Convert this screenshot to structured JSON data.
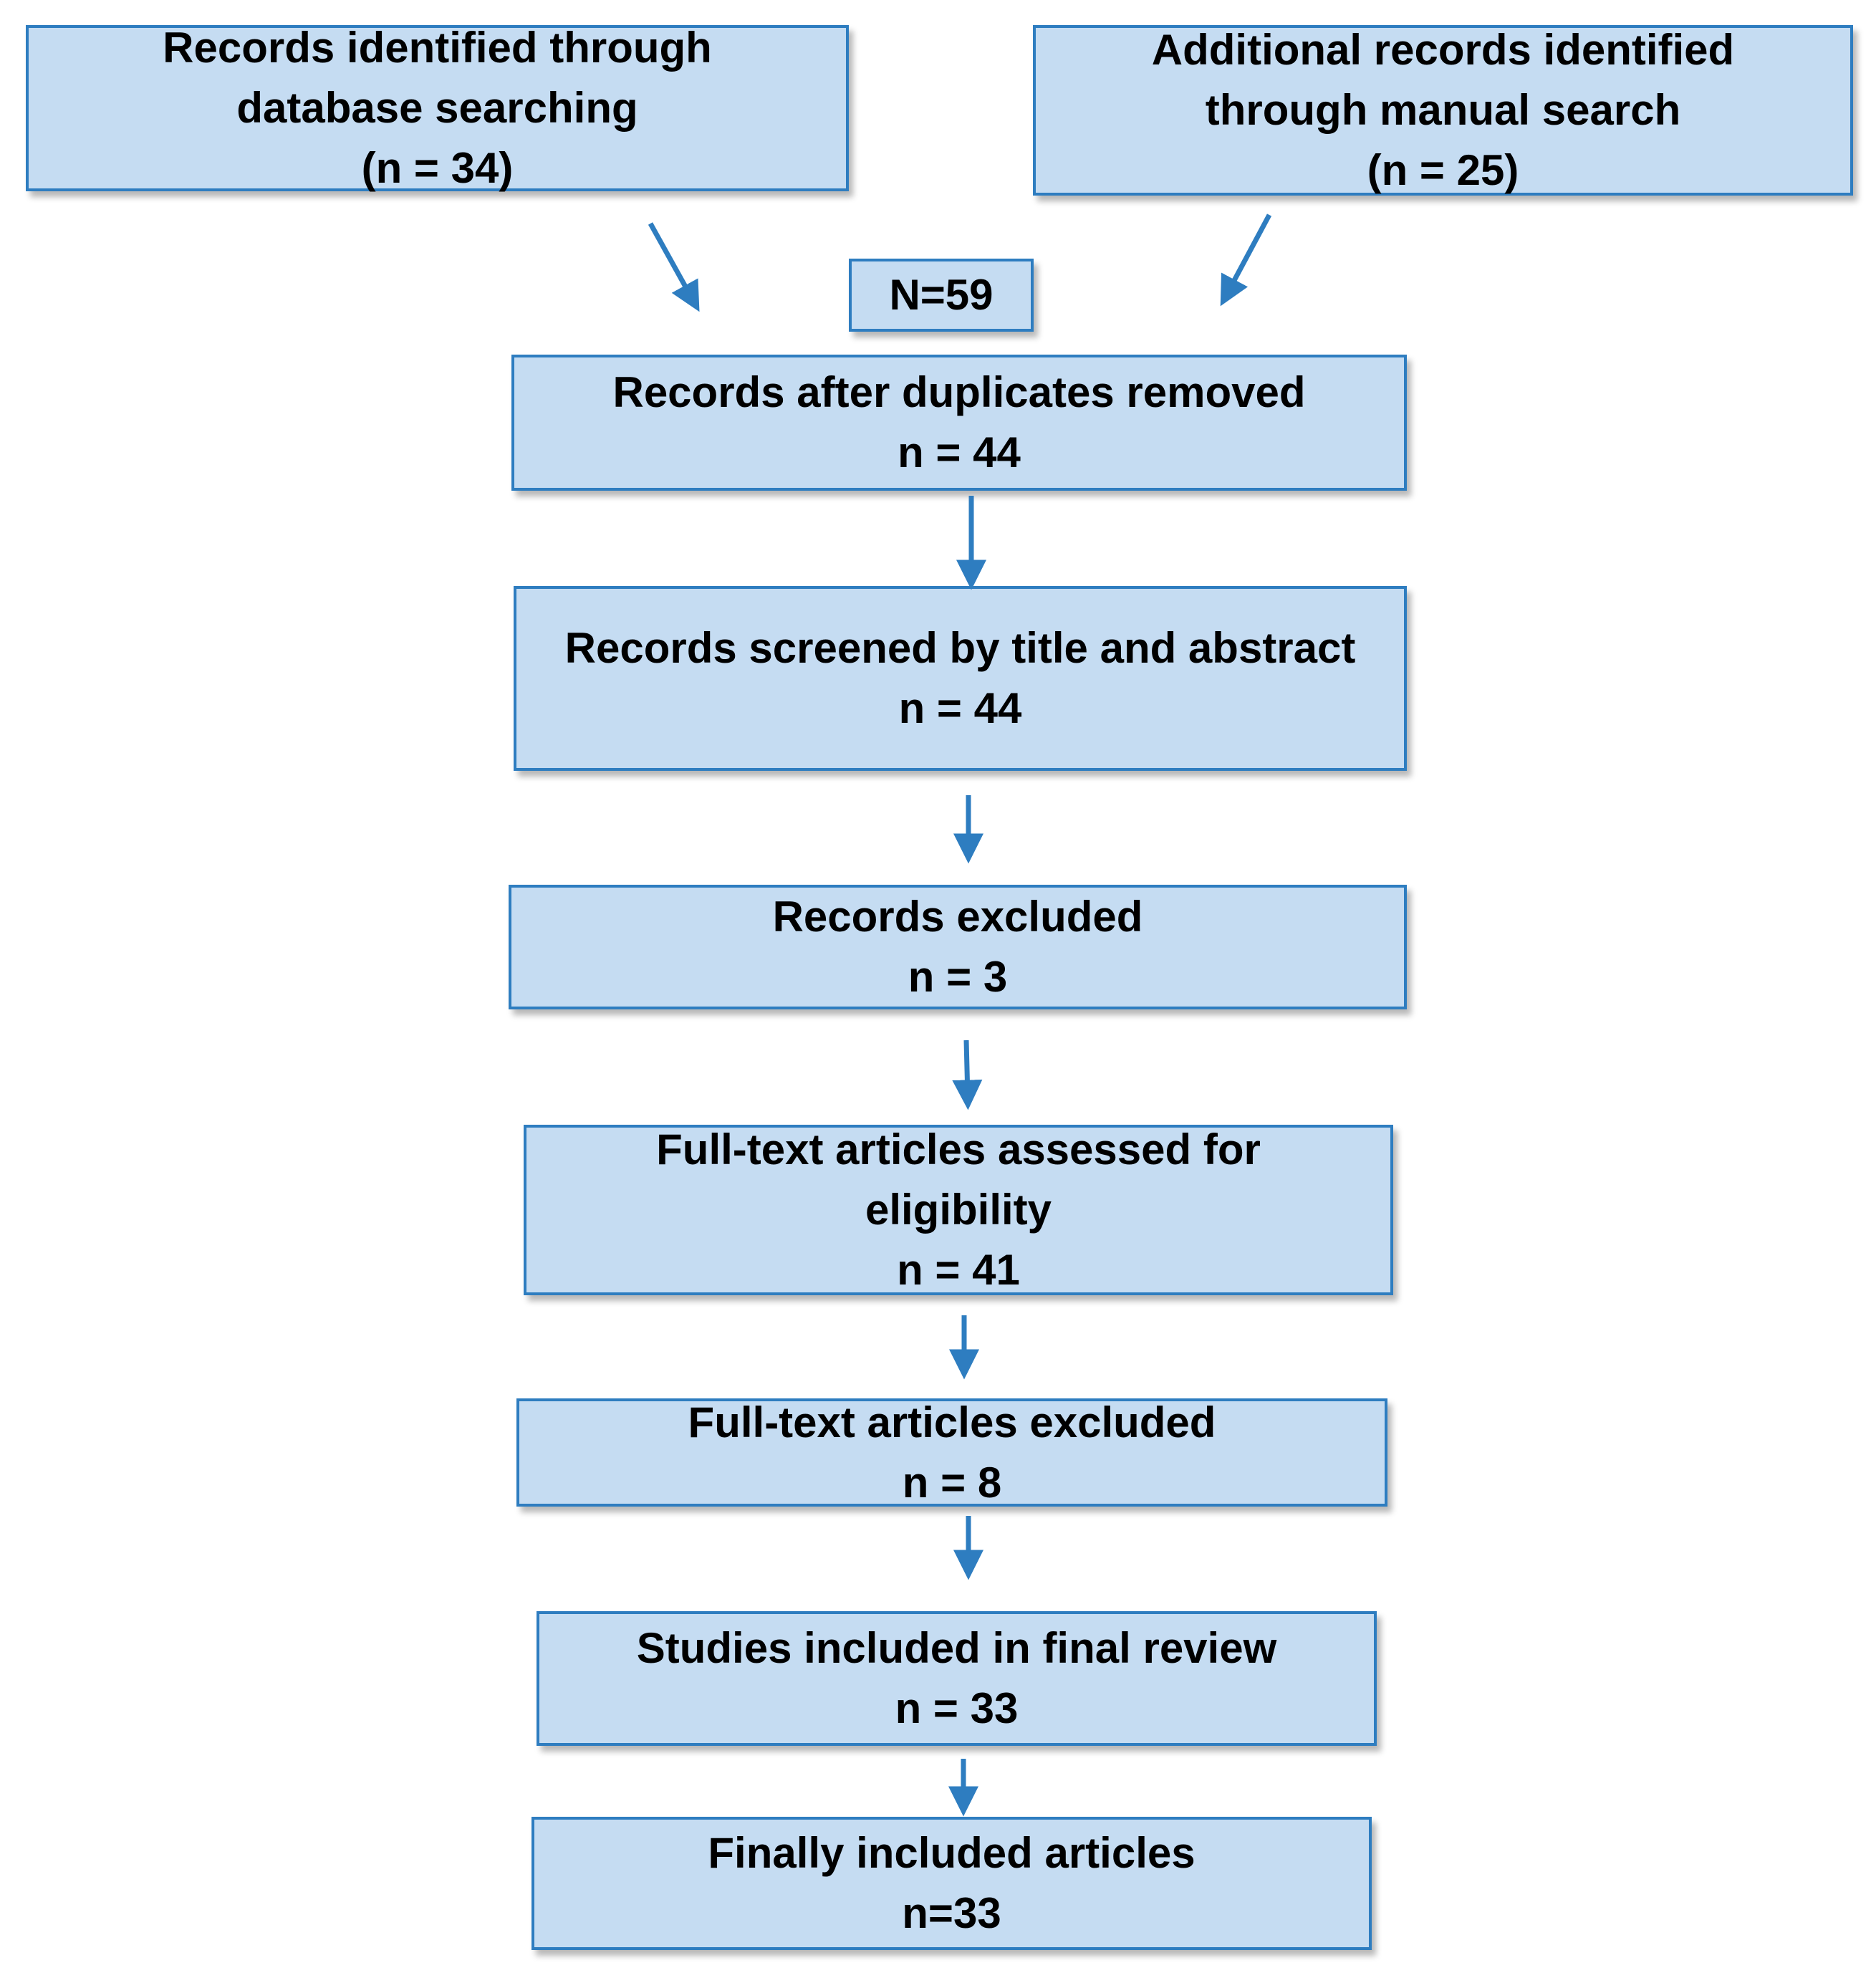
{
  "colors": {
    "box_fill": "#c5dcf2",
    "box_border": "#2e7dc0",
    "arrow": "#2e7dc0"
  },
  "boxes": {
    "database": {
      "line1": "Records identified through",
      "line2": "database searching",
      "count": "(n = 34)"
    },
    "manual": {
      "line1": "Additional records identified",
      "line2": "through manual search",
      "count": "(n = 25)"
    },
    "total": {
      "label": "N=59"
    },
    "duplicates": {
      "label": "Records after duplicates removed",
      "count": "n = 44"
    },
    "screened": {
      "label": "Records screened by title and abstract",
      "count": "n = 44"
    },
    "excluded": {
      "label": "Records excluded",
      "count": "n = 3"
    },
    "fulltext": {
      "line1": "Full-text articles assessed for",
      "line2": "eligibility",
      "count": "n = 41"
    },
    "fulltext_excluded": {
      "label": "Full-text articles excluded",
      "count": "n = 8"
    },
    "studies": {
      "label": "Studies included in final review",
      "count": "n = 33"
    },
    "final": {
      "label": "Finally included articles",
      "count": "n=33"
    }
  }
}
